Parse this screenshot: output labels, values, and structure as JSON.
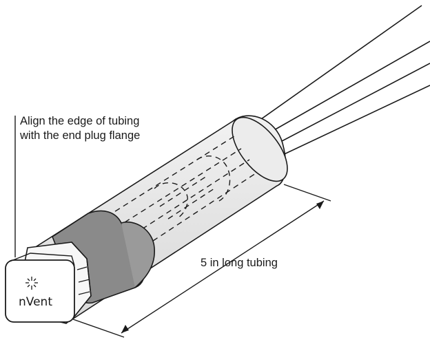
{
  "callout": {
    "line1": "Align the edge of tubing",
    "line2": "with the end plug flange"
  },
  "dimension": {
    "label": "5 in long tubing"
  },
  "logo": {
    "text": "nVent"
  },
  "colors": {
    "stroke": "#1a1a1a",
    "tubing_fill": "#e9e9e9",
    "band_fill": "#8a8a8a",
    "plug_fill": "#ffffff"
  }
}
